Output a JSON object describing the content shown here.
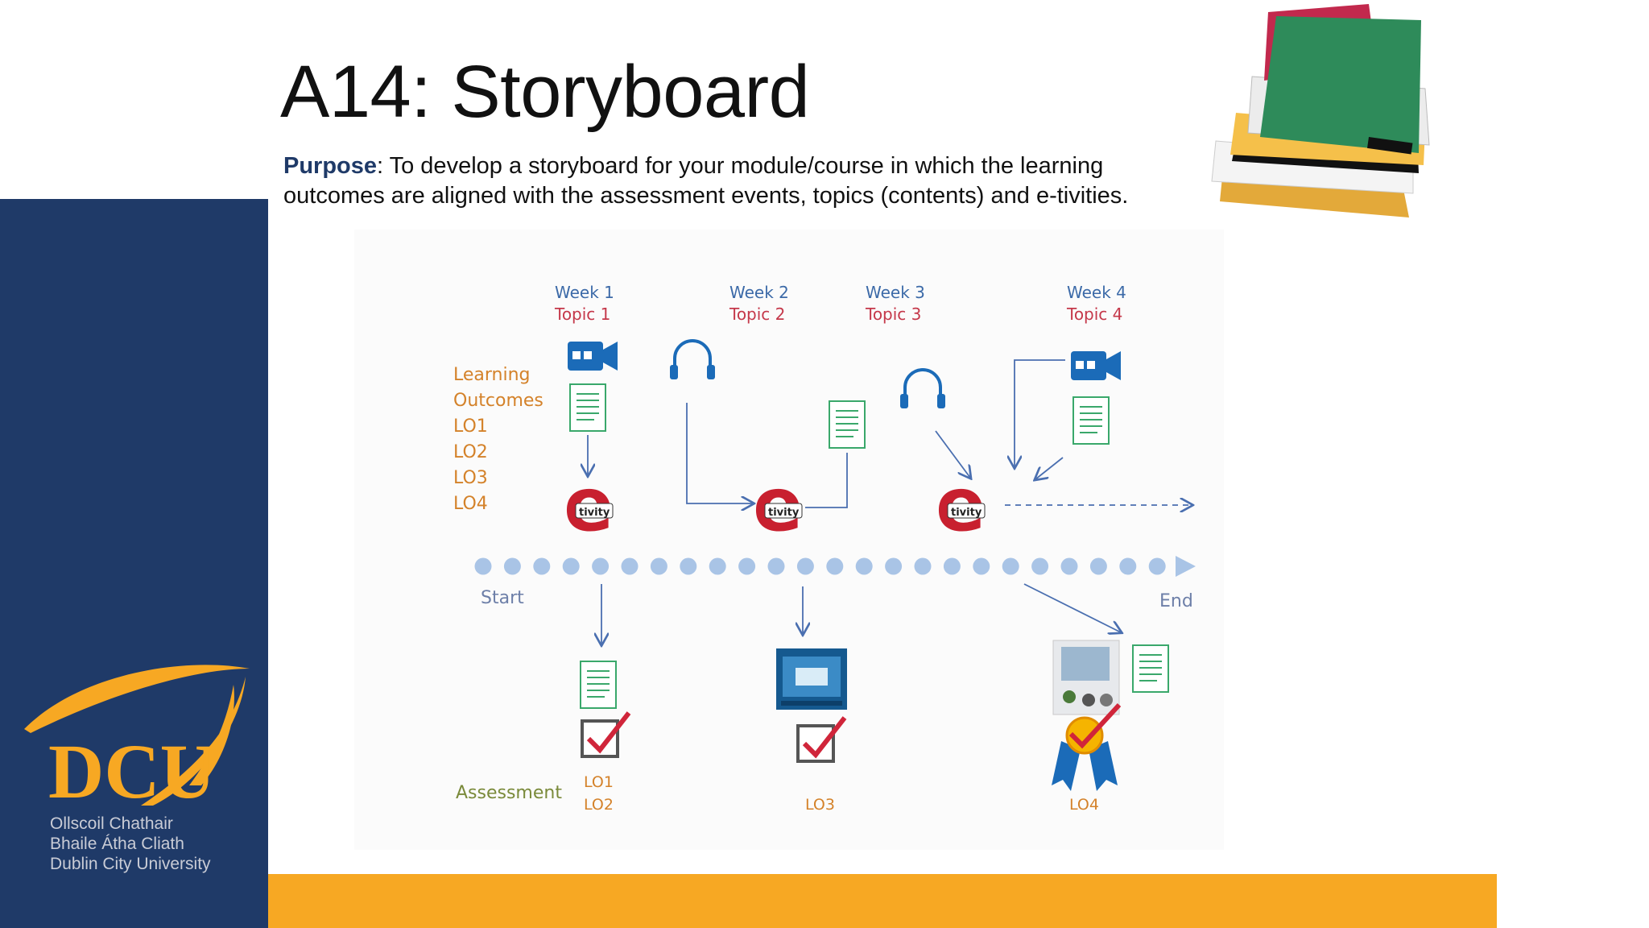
{
  "slide": {
    "title": "A14: Storyboard",
    "purpose_label": "Purpose",
    "purpose_text": ": To develop a storyboard for your module/course in which the learning outcomes are aligned with the assessment events, topics (contents) and e-tivities."
  },
  "logo": {
    "mark": "DCU",
    "line1": "Ollscoil Chathair",
    "line2": "Bhaile Átha Cliath",
    "line3": "Dublin City University"
  },
  "diagram": {
    "weeks": [
      {
        "week": "Week 1",
        "topic": "Topic 1"
      },
      {
        "week": "Week 2",
        "topic": "Topic 2"
      },
      {
        "week": "Week 3",
        "topic": "Topic 3"
      },
      {
        "week": "Week 4",
        "topic": "Topic 4"
      }
    ],
    "lo_heading1": "Learning",
    "lo_heading2": "Outcomes",
    "los": [
      "LO1",
      "LO2",
      "LO3",
      "LO4"
    ],
    "etivity_text": "tivity",
    "start": "Start",
    "end": "End",
    "assessment": "Assessment",
    "assess_los": [
      "LO1",
      "LO2",
      "LO3",
      "LO4"
    ]
  },
  "colors": {
    "navy": "#1f3a68",
    "orange": "#f7a823",
    "etivity_red": "#c8202f",
    "timeline_dot": "#a9c4e6"
  }
}
